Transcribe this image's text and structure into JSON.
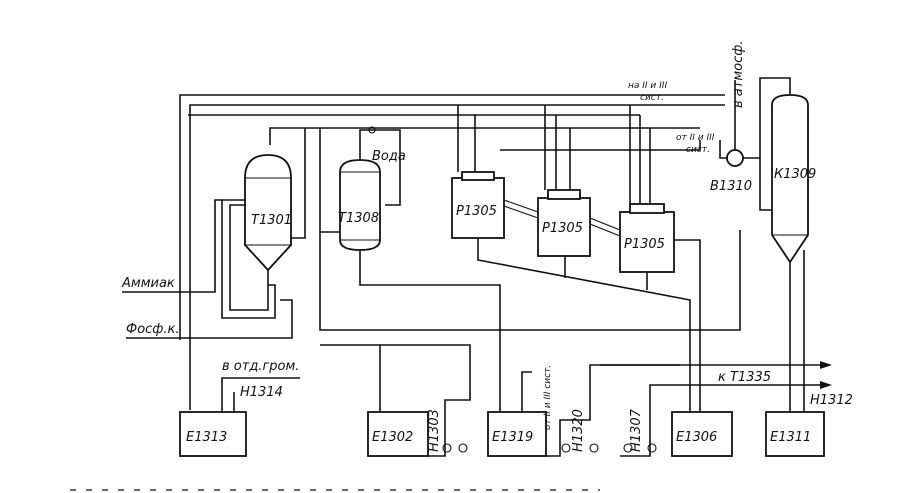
{
  "labels": {
    "ammonia": "Аммиак",
    "phosph_acid": "Фосф.к.",
    "water": "Вода",
    "to_systems_top": "на II и III",
    "to_systems_top2": "сист.",
    "to_atm": "в атмосф.",
    "from_systems": "от II и III",
    "from_systems2": "сист.",
    "to_grom": "в отд.гром.",
    "to_t1335": "к Т1335",
    "from_systems_mid": "от II и III сист."
  },
  "equipment": {
    "t1301": "Т1301",
    "t1308": "Т1308",
    "r1305a": "Р1305",
    "r1305b": "Р1305",
    "r1305c": "Р1305",
    "b1310": "В1310",
    "k1309": "К1309",
    "e1313": "Е1313",
    "h1314": "Н1314",
    "e1302": "Е1302",
    "h1303": "Н1303",
    "e1319": "Е1319",
    "h1320": "Н1320",
    "h1307": "Н1307",
    "e1306": "Е1306",
    "e1311": "Е1311",
    "h1312": "Н1312"
  }
}
